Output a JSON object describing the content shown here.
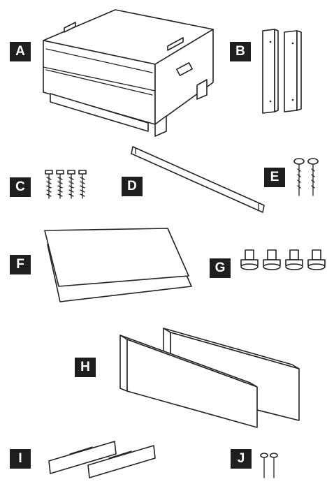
{
  "parts": [
    {
      "letter": "A",
      "item": "cabinet-base"
    },
    {
      "letter": "B",
      "item": "wooden-posts"
    },
    {
      "letter": "C",
      "item": "wood-screws"
    },
    {
      "letter": "D",
      "item": "metal-strip"
    },
    {
      "letter": "E",
      "item": "long-screws"
    },
    {
      "letter": "F",
      "item": "panel-sheets"
    },
    {
      "letter": "G",
      "item": "leveling-feet"
    },
    {
      "letter": "H",
      "item": "side-boards"
    },
    {
      "letter": "I",
      "item": "metal-brackets"
    },
    {
      "letter": "J",
      "item": "bolts"
    }
  ],
  "colors": {
    "label_bg": "#1e1e1e",
    "label_text": "#ffffff",
    "line": "#222222"
  }
}
